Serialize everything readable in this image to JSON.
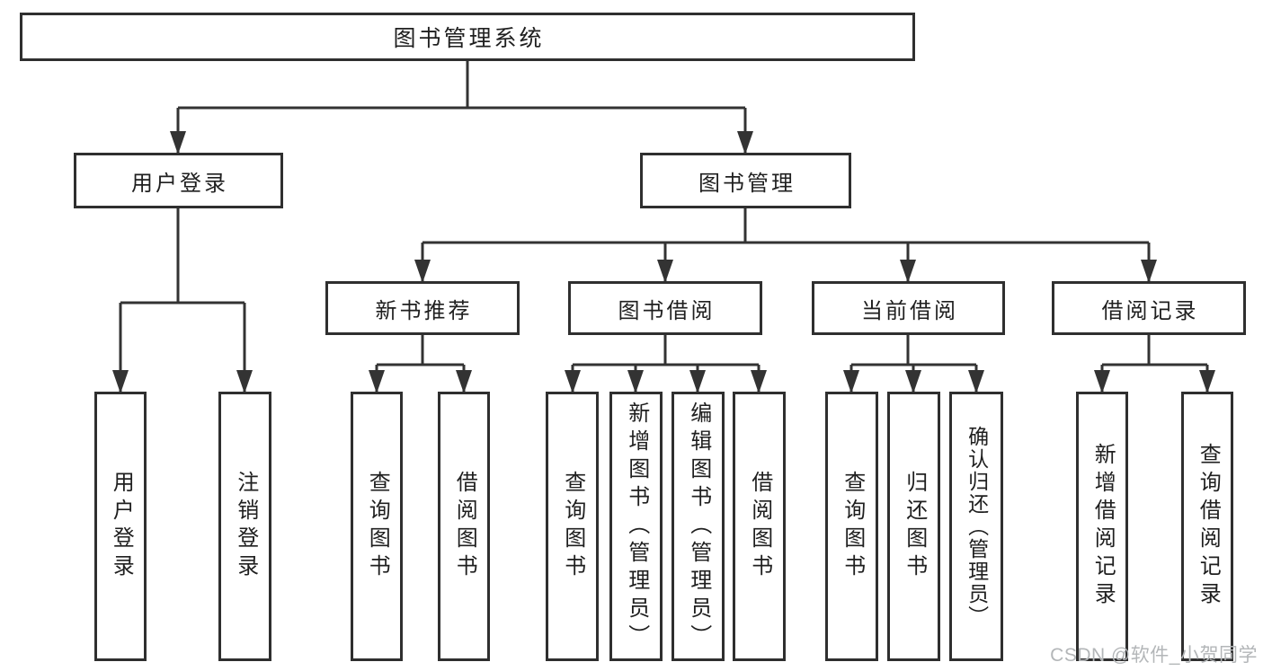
{
  "tree": {
    "root": "图书管理系统",
    "branches": [
      {
        "label": "用户登录",
        "children": [
          "用户登录",
          "注销登录"
        ]
      },
      {
        "label": "图书管理",
        "groups": [
          {
            "label": "新书推荐",
            "children": [
              "查询图书",
              "借阅图书"
            ]
          },
          {
            "label": "图书借阅",
            "children": [
              "查询图书",
              "新增图书（管理员）",
              "编辑图书（管理员）",
              "借阅图书"
            ]
          },
          {
            "label": "当前借阅",
            "children": [
              "查询图书",
              "归还图书",
              "确认归还（管理员）"
            ]
          },
          {
            "label": "借阅记录",
            "children": [
              "新增借阅记录",
              "查询借阅记录"
            ]
          }
        ]
      }
    ]
  },
  "watermark": "CSDN @软件_小贺同学",
  "colors": {
    "line": "#333333",
    "border": "#2f2f2f",
    "text": "#1f1f1f",
    "watermark": "#b3b6b8",
    "background": "#ffffff"
  }
}
